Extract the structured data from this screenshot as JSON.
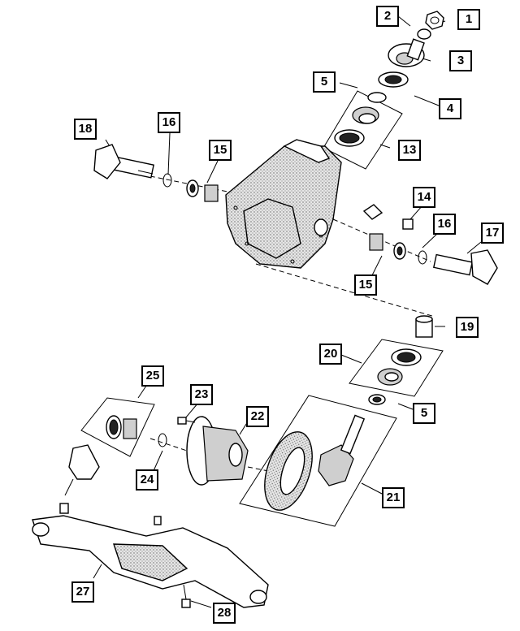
{
  "callouts": {
    "c1": "1",
    "c2": "2",
    "c3": "3",
    "c4": "4",
    "c5a": "5",
    "c5b": "5",
    "c13": "13",
    "c14": "14",
    "c15a": "15",
    "c15b": "15",
    "c16a": "16",
    "c16b": "16",
    "c17": "17",
    "c18": "18",
    "c19": "19",
    "c20": "20",
    "c21": "21",
    "c22": "22",
    "c23": "23",
    "c24": "24",
    "c25": "25",
    "c27": "27",
    "c28": "28"
  }
}
